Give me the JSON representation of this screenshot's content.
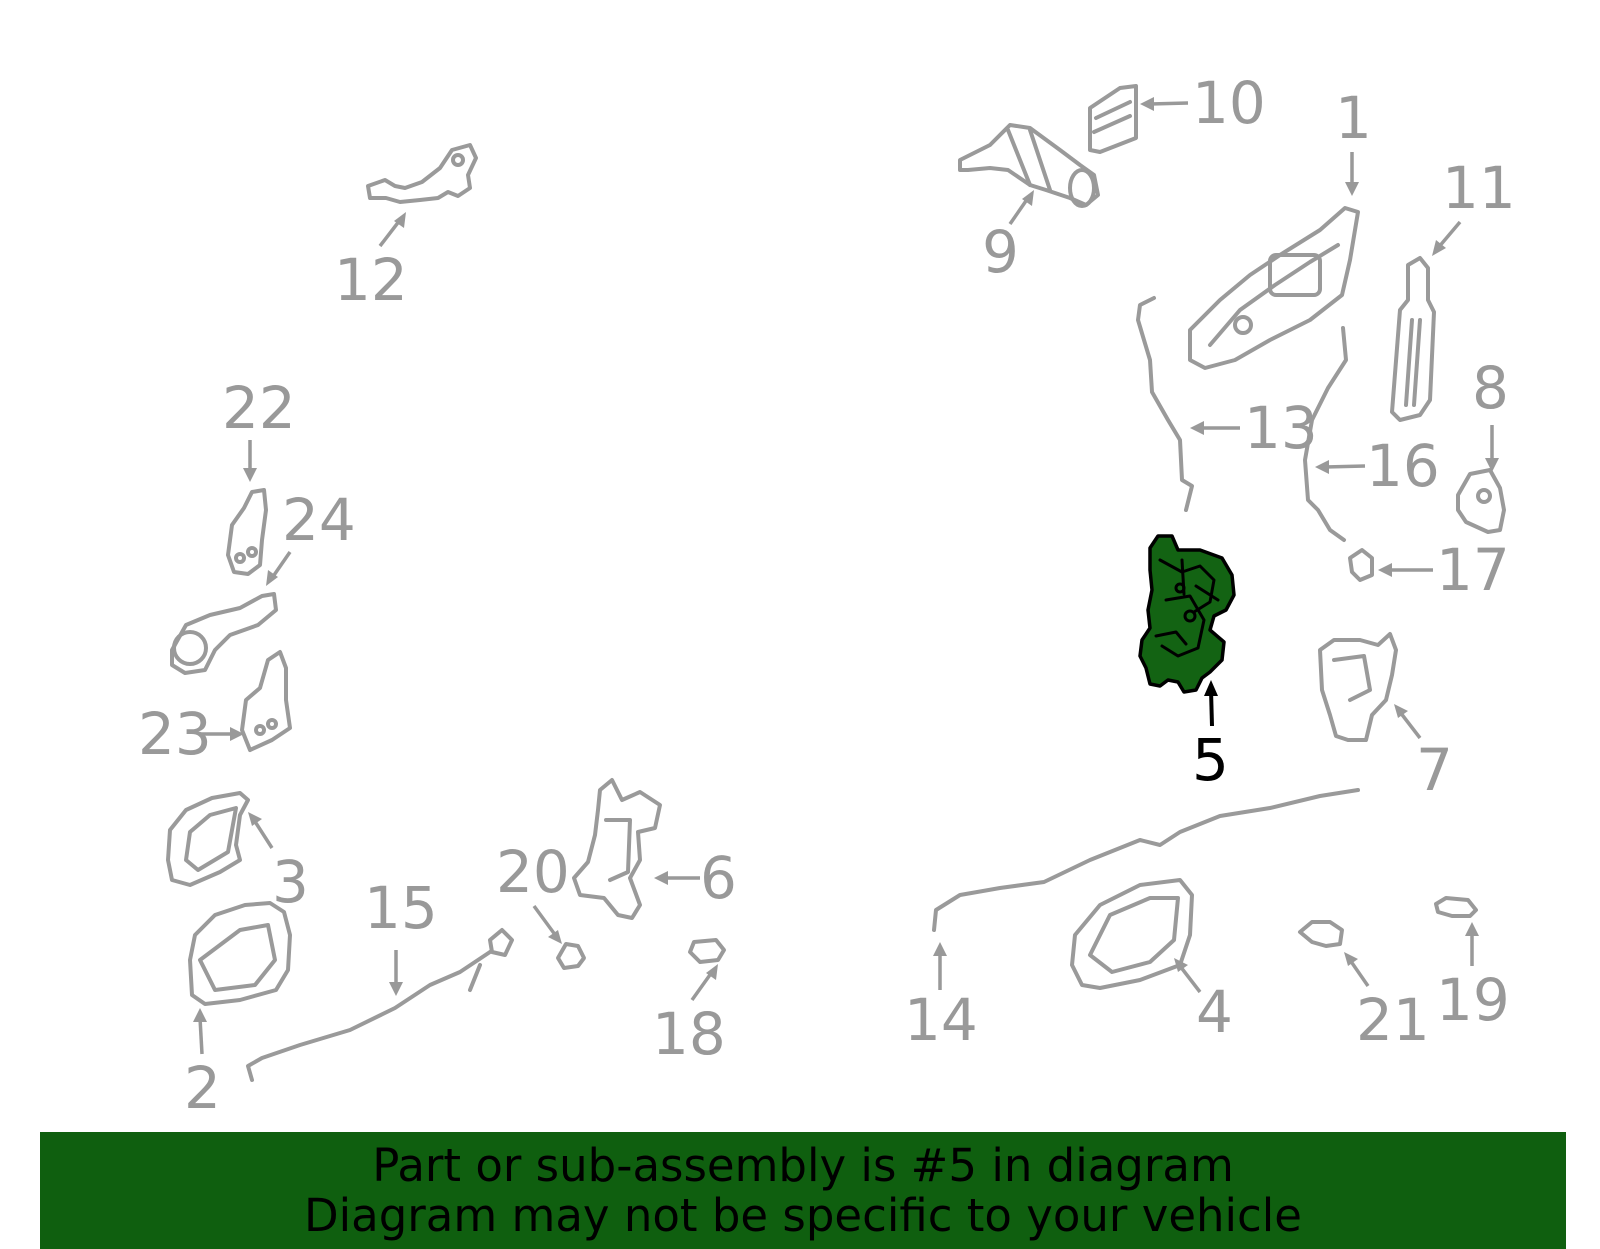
{
  "diagram": {
    "highlight_color": "#136313",
    "part_color": "#9a9a9a",
    "highlighted_callout": "5",
    "callouts": {
      "c1": "1",
      "c2": "2",
      "c3": "3",
      "c4": "4",
      "c5": "5",
      "c6": "6",
      "c7": "7",
      "c8": "8",
      "c9": "9",
      "c10": "10",
      "c11": "11",
      "c12": "12",
      "c13": "13",
      "c14": "14",
      "c15": "15",
      "c16": "16",
      "c17": "17",
      "c18": "18",
      "c19": "19",
      "c20": "20",
      "c21": "21",
      "c22": "22",
      "c23": "23",
      "c24": "24"
    }
  },
  "banner": {
    "line1": "Part or sub-assembly is #5 in diagram",
    "line2": "Diagram may not be specific to your vehicle",
    "background": "#0f5f0f"
  }
}
